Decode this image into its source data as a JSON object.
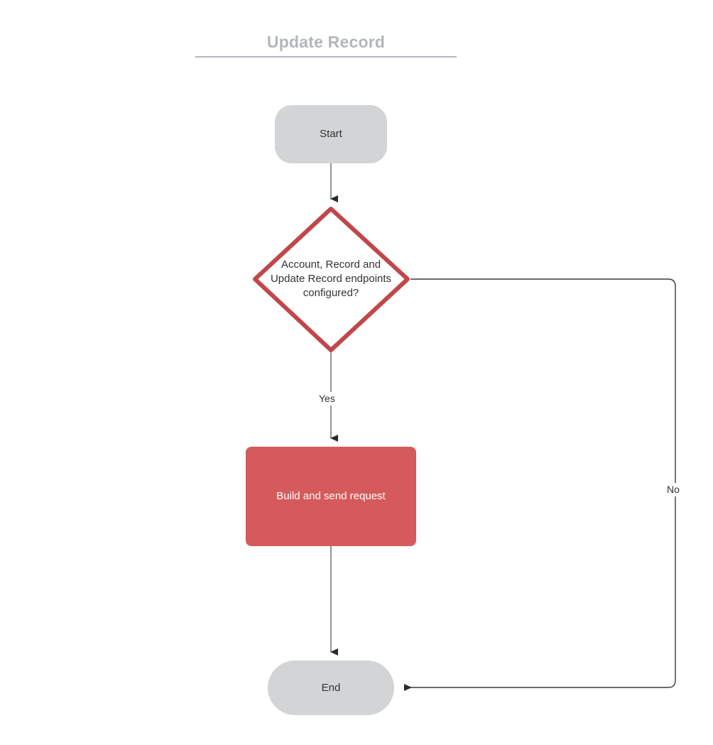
{
  "diagram": {
    "title": "Update Record",
    "type": "flowchart",
    "colors": {
      "node_grey_fill": "#d2d4d5",
      "node_red_fill": "#d55a5b",
      "decision_stroke": "#c0474b",
      "connector": "#666666",
      "arrowhead": "#2b2b2b",
      "title_text": "#b3b6bb",
      "body_text": "#333333",
      "process_text": "#ffffff",
      "background": "#ffffff"
    },
    "nodes": [
      {
        "id": "start",
        "label": "Start",
        "shape": "rounded-terminator"
      },
      {
        "id": "decision",
        "label": "Account, Record and\nUpdate Record endpoints\nconfigured?",
        "shape": "diamond"
      },
      {
        "id": "process",
        "label": "Build and send request",
        "shape": "rectangle"
      },
      {
        "id": "end",
        "label": "End",
        "shape": "rounded-terminator"
      }
    ],
    "edges": [
      {
        "id": "start-to-decision",
        "from": "start",
        "to": "decision",
        "label": ""
      },
      {
        "id": "decision-yes",
        "from": "decision",
        "to": "process",
        "label": "Yes"
      },
      {
        "id": "decision-no",
        "from": "decision",
        "to": "end",
        "label": "No"
      },
      {
        "id": "process-to-end",
        "from": "process",
        "to": "end",
        "label": ""
      }
    ]
  }
}
